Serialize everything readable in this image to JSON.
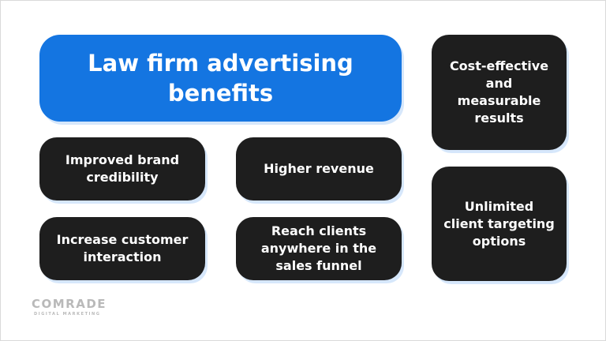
{
  "title": "Law firm advertising benefits",
  "benefits": [
    "Improved brand credibility",
    "Higher revenue",
    "Increase customer interaction",
    "Reach clients anywhere in the sales funnel",
    "Cost-effective and measurable results",
    "Unlimited client targeting options"
  ],
  "logo": {
    "name": "COMRADE",
    "tagline": "DIGITAL MARKETING"
  },
  "colors": {
    "title_card": "#1475e1",
    "benefit_card": "#1e1e1e",
    "card_shadow": "#d6e7fb",
    "logo": "#b9b9b9",
    "background": "#ffffff"
  }
}
